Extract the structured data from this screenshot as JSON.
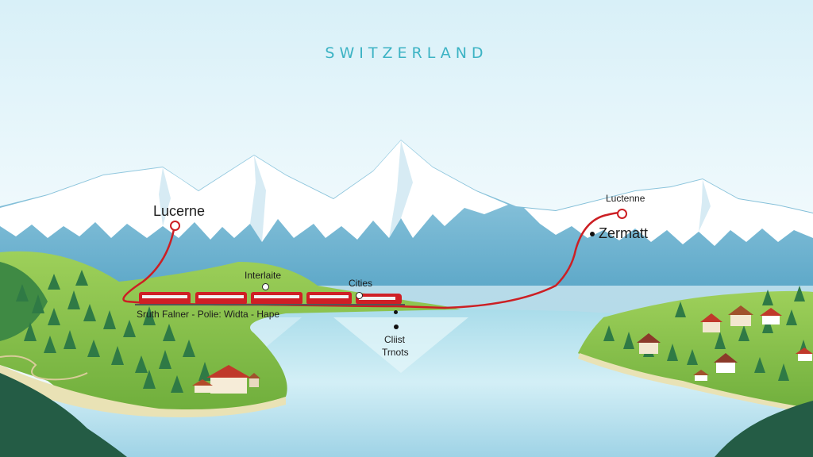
{
  "map": {
    "title": "SWITZERLAND",
    "labels": {
      "lucerne_left": "Lucerne",
      "lucterne_right": "Luctenne",
      "zermatt": "Zermatt",
      "interlaken": "Interlaite",
      "cities": "Cities",
      "route_caption": "Sruth Falner - Polie: Widta - Hape",
      "chest_line1": "Cliist",
      "chest_line2": "Trnots"
    },
    "colors": {
      "route": "#cc1f24",
      "title": "#3cb3c4",
      "lake": "#bfe6f0",
      "grass": "#8cc63f",
      "snow": "#ffffff"
    },
    "icons": [
      "mountain-range",
      "train",
      "pine-trees",
      "chalet-houses",
      "lake"
    ]
  }
}
